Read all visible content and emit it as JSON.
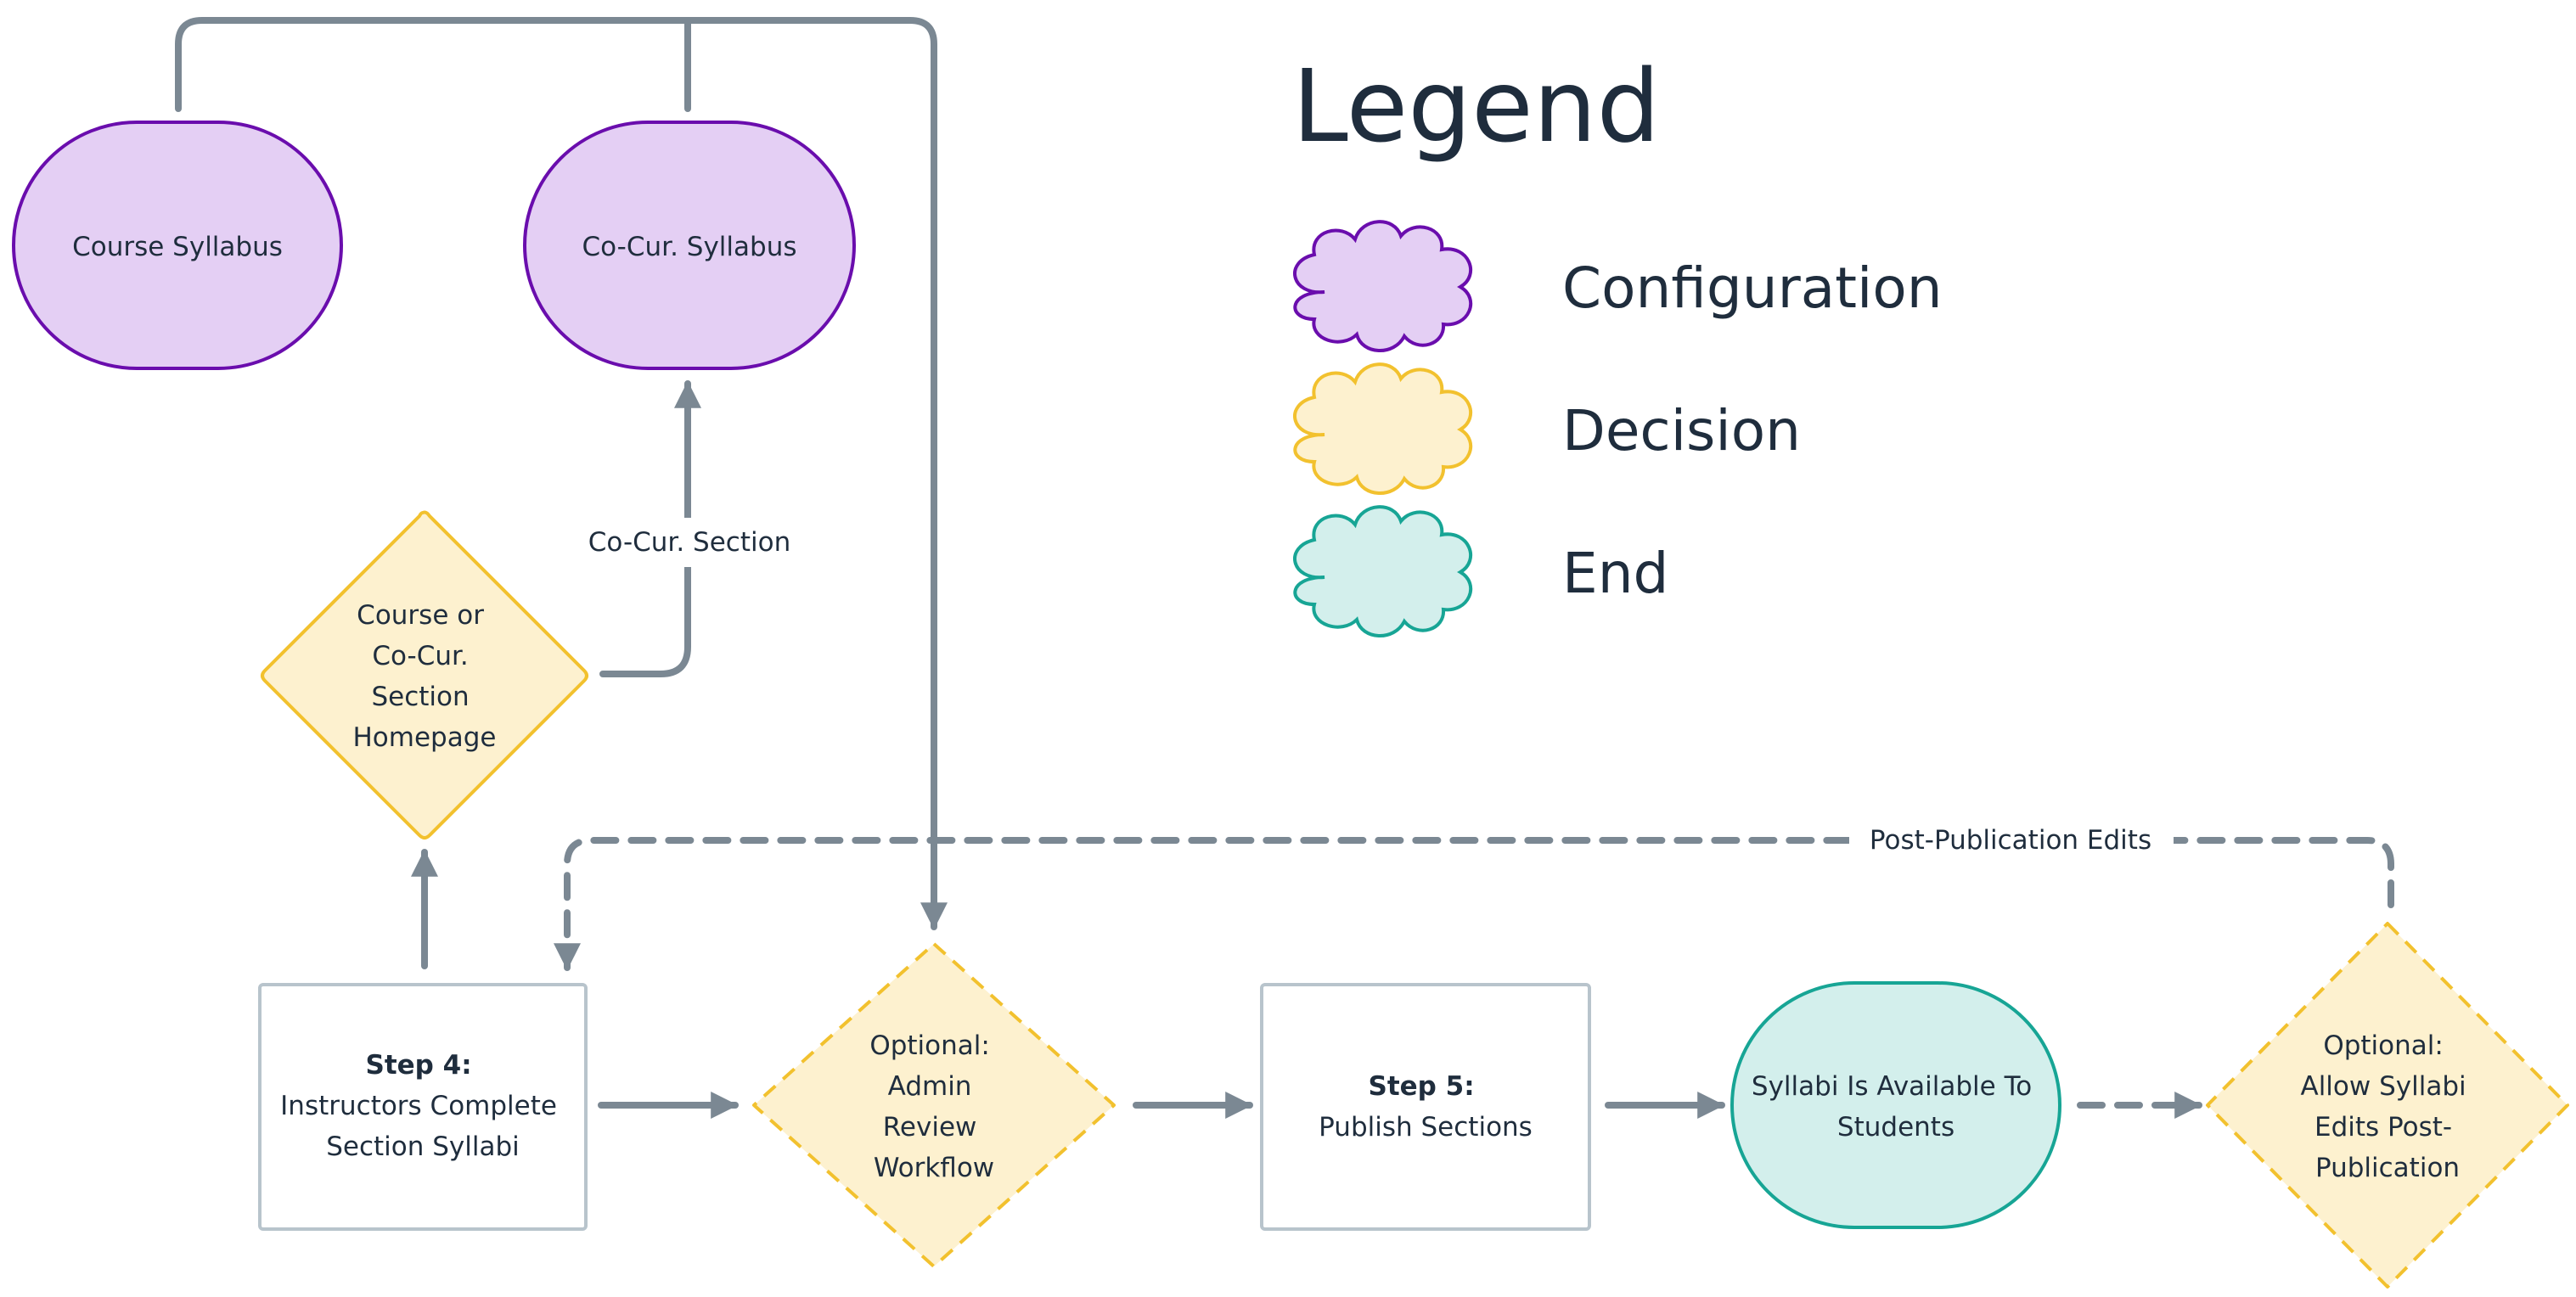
{
  "colors": {
    "config_fill": "#e4cff4",
    "config_stroke": "#6a0dad",
    "decision_fill": "#fdf1cf",
    "decision_stroke": "#f2c12e",
    "end_fill": "#d3efec",
    "end_stroke": "#17a595",
    "step_stroke": "#b8c4cc",
    "edge": "#7b8893",
    "text": "#1f2d3d"
  },
  "nodes": {
    "course_syllabus": {
      "lines": [
        "Course Syllabus"
      ],
      "kind": "configuration"
    },
    "cocur_syllabus": {
      "lines": [
        "Co-Cur. Syllabus"
      ],
      "kind": "configuration"
    },
    "section_homepage": {
      "lines": [
        "Course or",
        "Co-Cur.",
        "Section",
        "Homepage"
      ],
      "kind": "decision"
    },
    "step4": {
      "heading": "Step 4:",
      "lines": [
        "Instructors Complete",
        "Section Syllabi"
      ],
      "kind": "step"
    },
    "admin_review": {
      "lines": [
        "Optional:",
        "Admin",
        "Review",
        "Workflow"
      ],
      "kind": "decision-optional"
    },
    "step5": {
      "heading": "Step 5:",
      "lines": [
        "Publish Sections"
      ],
      "kind": "step"
    },
    "syllabi_available": {
      "lines": [
        "Syllabi Is Available To",
        "Students"
      ],
      "kind": "end"
    },
    "post_pub_edits": {
      "lines": [
        "Optional:",
        "Allow Syllabi",
        "Edits Post-",
        "Publication"
      ],
      "kind": "decision-optional"
    }
  },
  "edges": {
    "cocur_section_label": "Co-Cur. Section",
    "post_publication_label": "Post-Publication Edits"
  },
  "legend": {
    "title": "Legend",
    "items": [
      {
        "label": "Configuration",
        "kind": "configuration"
      },
      {
        "label": "Decision",
        "kind": "decision"
      },
      {
        "label": "End",
        "kind": "end"
      }
    ]
  }
}
